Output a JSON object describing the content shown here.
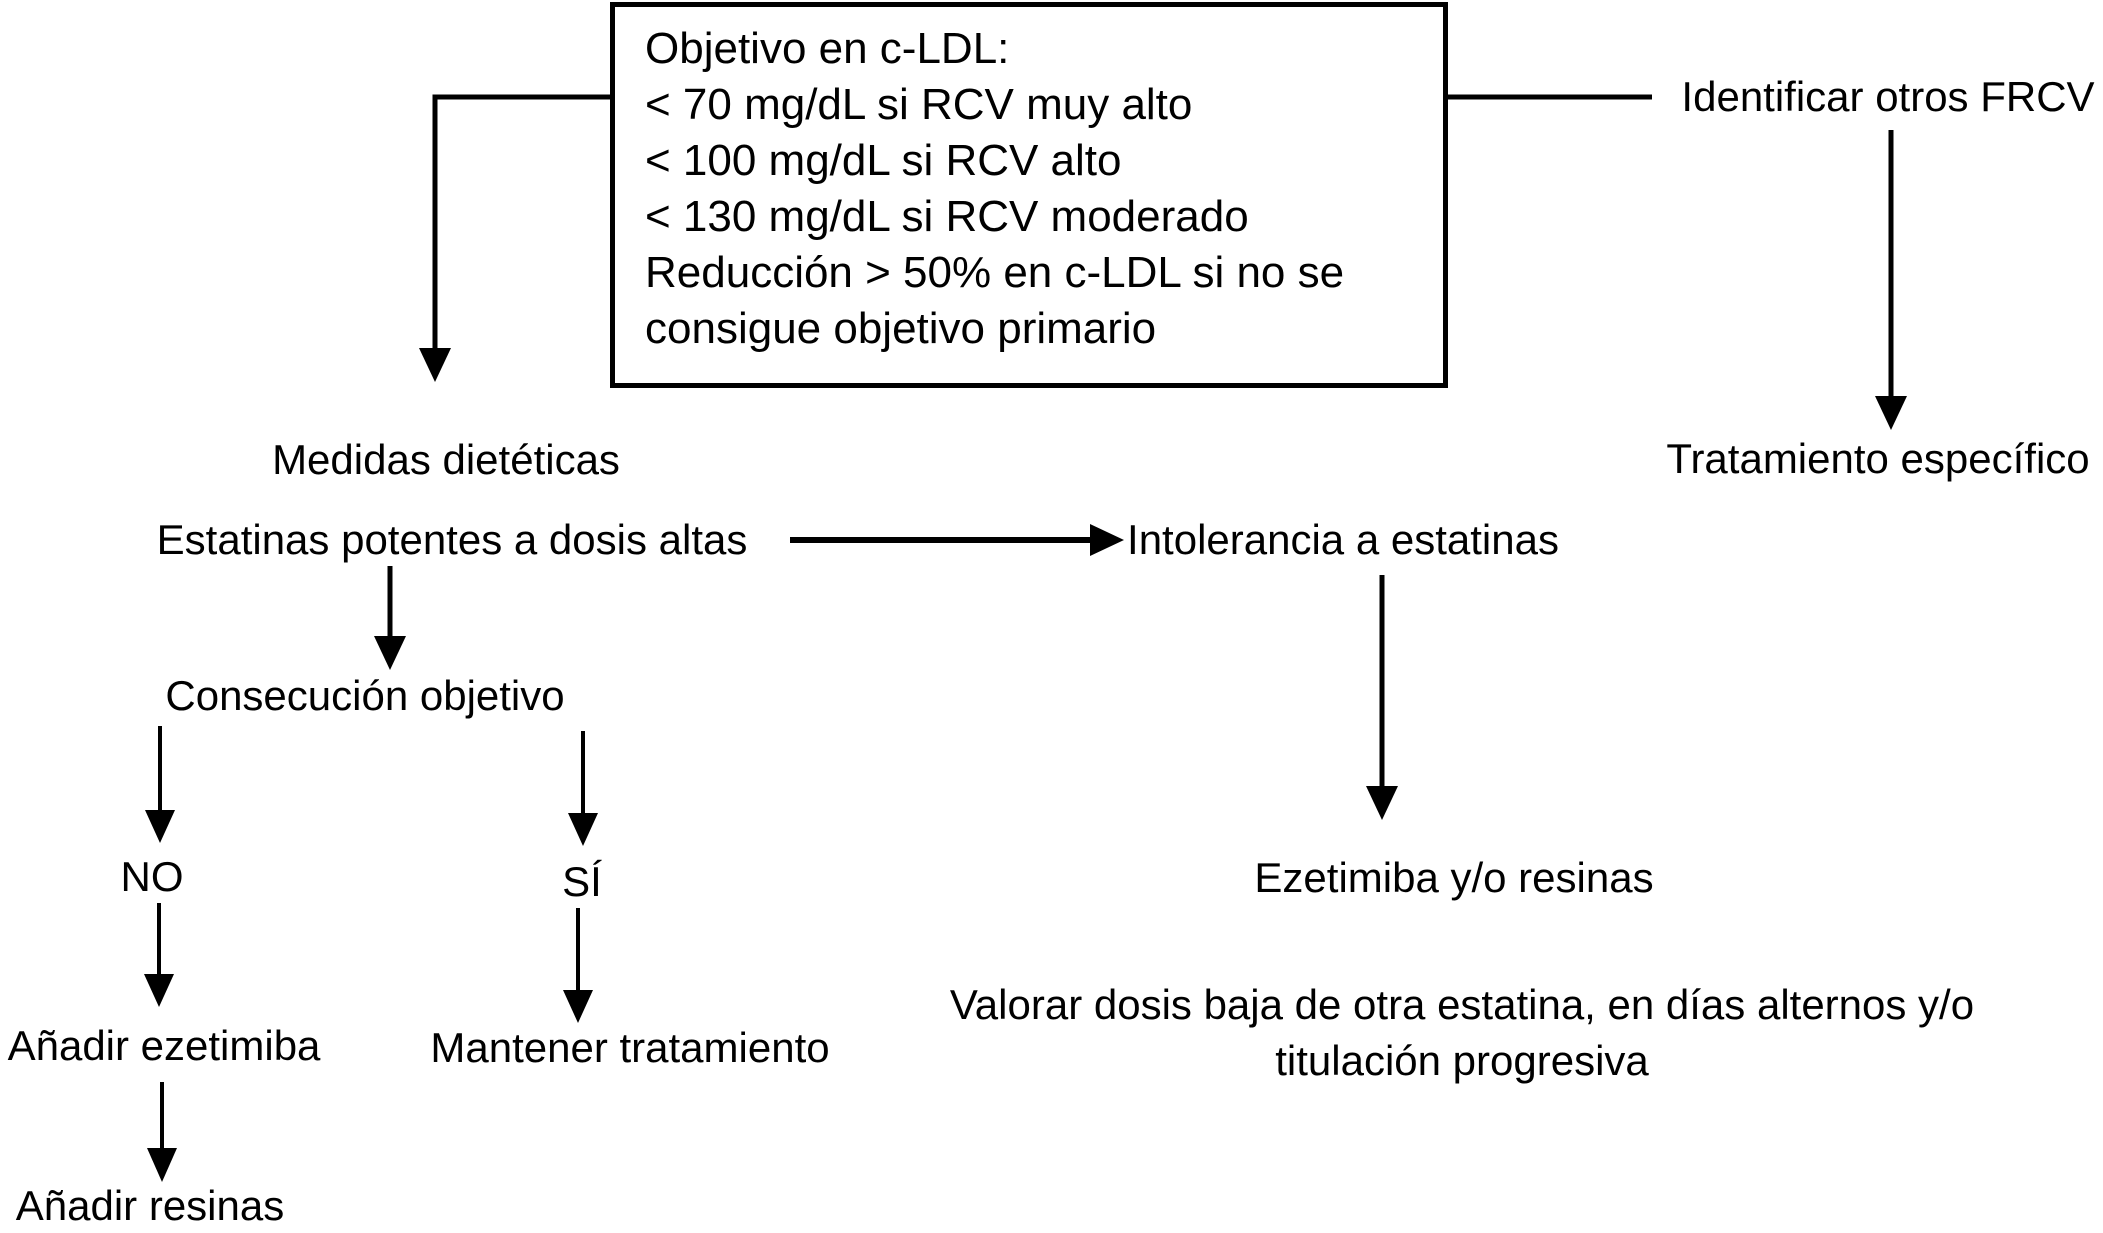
{
  "colors": {
    "background": "#ffffff",
    "line": "#000000",
    "text": "#000000"
  },
  "goal_box": {
    "lines": [
      "Objetivo en c-LDL:",
      "< 70 mg/dL si RCV muy alto",
      "< 100 mg/dL si RCV alto",
      "< 130 mg/dL si RCV moderado",
      "Reducción > 50% en c-LDL si no se",
      "consigue objetivo primario"
    ]
  },
  "nodes": {
    "identificar_frcv": "Identificar otros FRCV",
    "tratamiento_especifico": "Tratamiento específico",
    "medidas_dieteticas": "Medidas dietéticas",
    "estatinas_potentes": "Estatinas potentes a dosis altas",
    "intolerancia_estatinas": "Intolerancia a estatinas",
    "consecucion_objetivo": "Consecución objetivo",
    "no": "NO",
    "si": "SÍ",
    "anadir_ezetimiba": "Añadir ezetimiba",
    "mantener_tratamiento": "Mantener tratamiento",
    "anadir_resinas": "Añadir resinas",
    "ezetimiba_resinas": "Ezetimiba y/o resinas",
    "valorar": {
      "line1": "Valorar dosis baja de otra estatina, en días alternos y/o",
      "line2": "titulación progresiva"
    }
  }
}
